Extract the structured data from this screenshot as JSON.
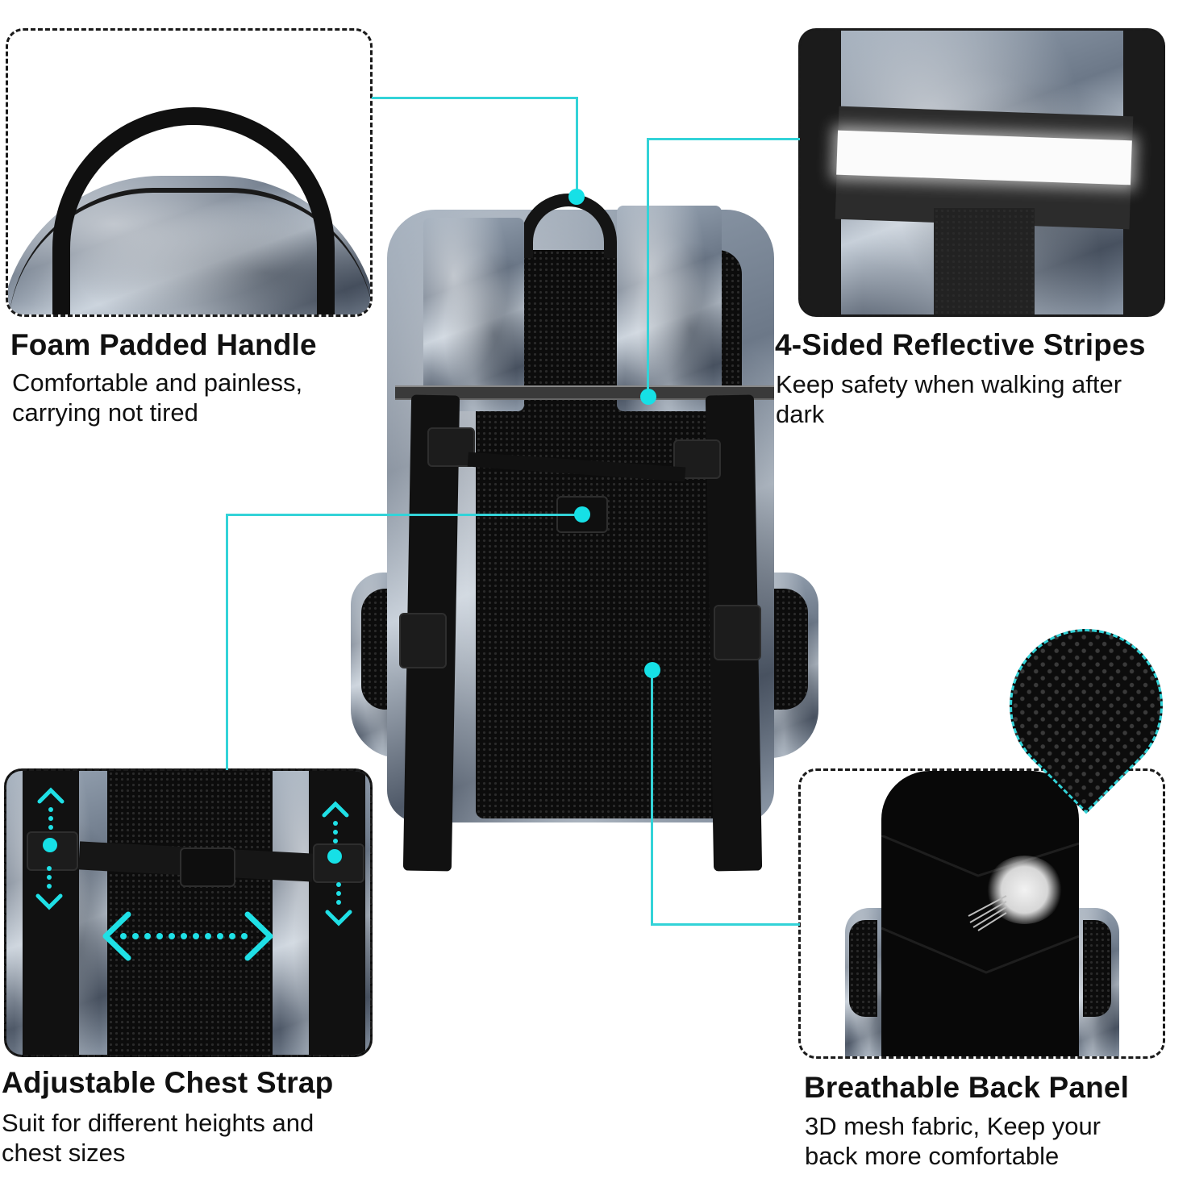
{
  "accent_color": "#33d3d8",
  "product": "backpack",
  "features": [
    {
      "id": "handle",
      "title": "Foam Padded Handle",
      "description_lines": [
        "Comfortable and painless,",
        "carrying not tired"
      ]
    },
    {
      "id": "reflective",
      "title": "4-Sided Reflective Stripes",
      "description_lines": [
        "Keep safety when walking after",
        "dark"
      ]
    },
    {
      "id": "chest-strap",
      "title": "Adjustable Chest Strap",
      "description_lines": [
        "Suit for different heights and",
        "chest sizes"
      ]
    },
    {
      "id": "back-panel",
      "title": "Breathable Back Panel",
      "description_lines": [
        "3D mesh fabric, Keep your",
        "back more comfortable"
      ]
    }
  ],
  "icons": {
    "connector_dot": "cyan-dot",
    "adjust_arrows": "dotted-arrows"
  }
}
